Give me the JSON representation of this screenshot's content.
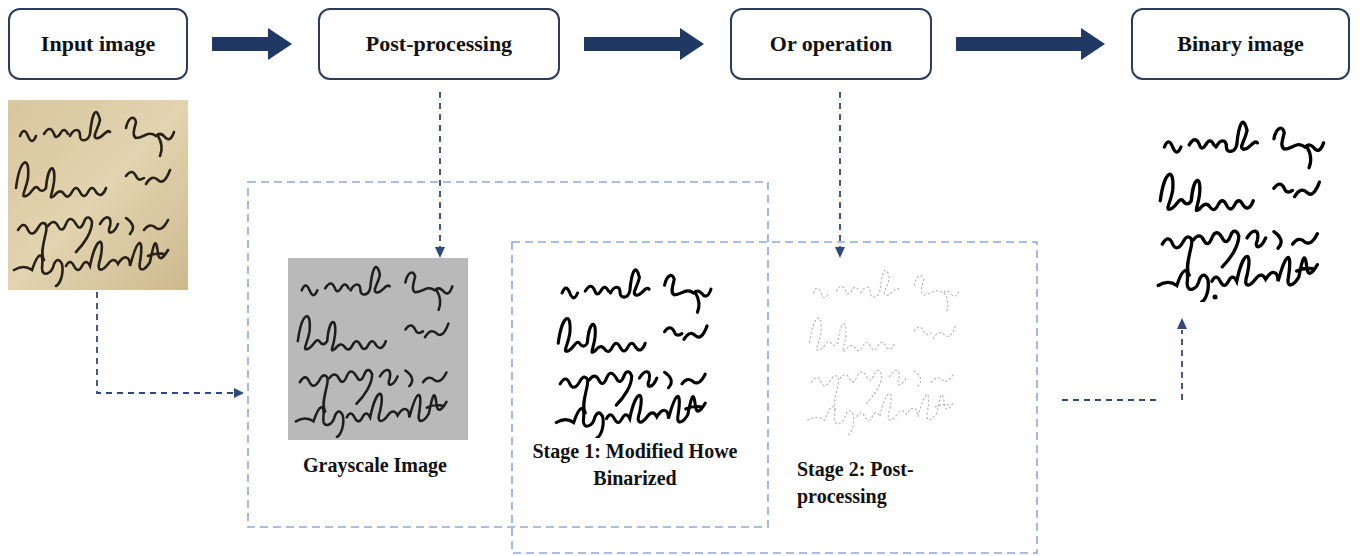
{
  "diagram": {
    "nodes": [
      {
        "text": [
          "Input image"
        ]
      },
      {
        "text": [
          "Post-processing"
        ]
      },
      {
        "text": [
          "Or operation"
        ]
      },
      {
        "text": [
          "Binary image"
        ]
      },
      {
        "text": [
          "Grayscale Image"
        ]
      },
      {
        "text": [
          "Stage 1: Modified Howe Binarized"
        ]
      },
      {
        "text": [
          "Stage 2: Post-processing"
        ]
      }
    ],
    "edges": [
      {
        "from": 0,
        "to": 1,
        "arrow": "to"
      },
      {
        "from": 1,
        "to": 2,
        "arrow": "to"
      },
      {
        "from": 2,
        "to": 3,
        "arrow": "to"
      },
      {
        "from": 1,
        "to": 4,
        "arrow": "to"
      },
      {
        "from": 2,
        "to": 6,
        "arrow": "to"
      }
    ]
  }
}
